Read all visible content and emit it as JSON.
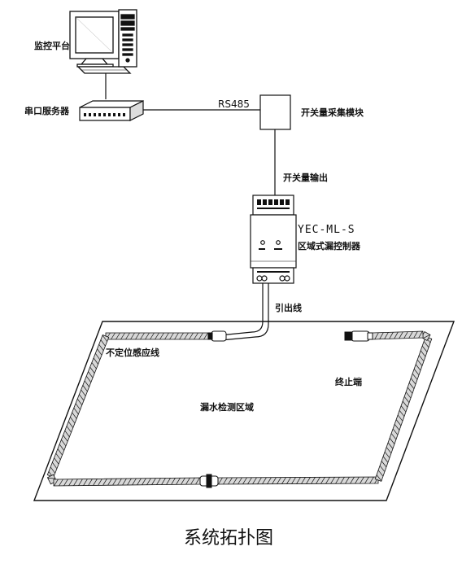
{
  "labels": {
    "monitoring_platform": "监控平台",
    "serial_server": "串口服务器",
    "rs485": "RS485",
    "switch_module": "开关量采集模块",
    "switch_output": "开关量输出",
    "controller_model": "YEC-ML-S",
    "controller_name": "区域式漏控制器",
    "lead_wire": "引出线",
    "sensing_cable": "不定位感应线",
    "terminator": "终止端",
    "detection_area": "漏水检测区域"
  },
  "caption": "系统拓扑图",
  "colors": {
    "line": "#111111",
    "cable_fill": "#d8d8d8"
  }
}
